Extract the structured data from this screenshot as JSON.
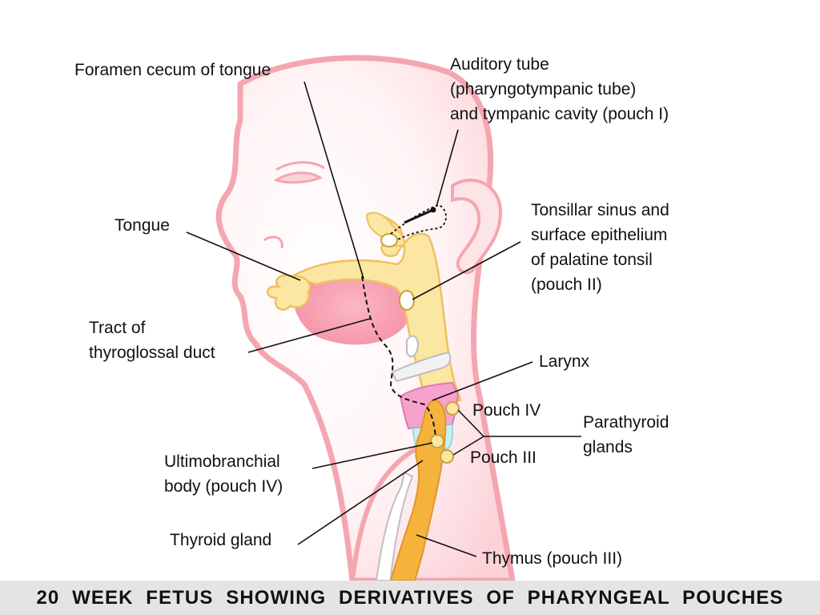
{
  "labels": {
    "foramen_cecum": "Foramen cecum of tongue",
    "auditory_tube": [
      "Auditory tube",
      "(pharyngotympanic tube)",
      "and tympanic cavity (pouch I)"
    ],
    "tongue": "Tongue",
    "tonsillar_sinus": [
      "Tonsillar sinus and",
      "surface epithelium",
      "of palatine tonsil",
      "(pouch II)"
    ],
    "thyroglossal_tract": [
      "Tract of",
      "thyroglossal duct"
    ],
    "larynx": "Larynx",
    "pouch_iv": "Pouch IV",
    "parathyroid": [
      "Parathyroid",
      "glands"
    ],
    "pouch_iii": "Pouch III",
    "ultimobranchial": [
      "Ultimobranchial",
      "body (pouch IV)"
    ],
    "thyroid": "Thyroid gland",
    "thymus": "Thymus (pouch III)"
  },
  "caption": "20 WEEK FETUS SHOWING DERIVATIVES OF PHARYNGEAL POUCHES",
  "colors": {
    "skin_outline": "#f4a6b0",
    "skin_fill": "#fde4e7",
    "pharynx_fill": "#fbe6a2",
    "pharynx_outline": "#f0c060",
    "mouth_fill": "#f7a6b6",
    "larynx_fill": "#f49ac6",
    "thyroid_thymus": "#f5b33c",
    "cyan_tissue": "#c7eef0",
    "caption_bar": "#e4e4e4"
  }
}
